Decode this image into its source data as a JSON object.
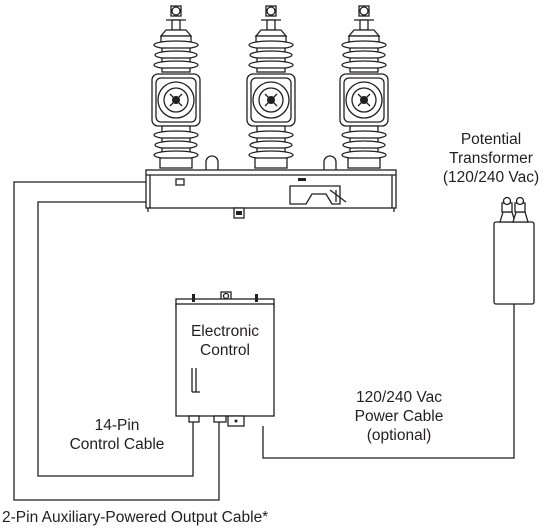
{
  "labels": {
    "pt_line1": "Potential",
    "pt_line2": "Transformer",
    "pt_line3": "(120/240 Vac)",
    "control_line1": "Electronic",
    "control_line2": "Control",
    "power_line1": "120/240 Vac",
    "power_line2": "Power Cable",
    "power_line3": "(optional)",
    "pin14_line1": "14-Pin",
    "pin14_line2": "Control Cable",
    "aux_cable": "2-Pin Auxiliary-Powered Output Cable*"
  },
  "colors": {
    "line": "#231f20",
    "background": "#ffffff"
  }
}
